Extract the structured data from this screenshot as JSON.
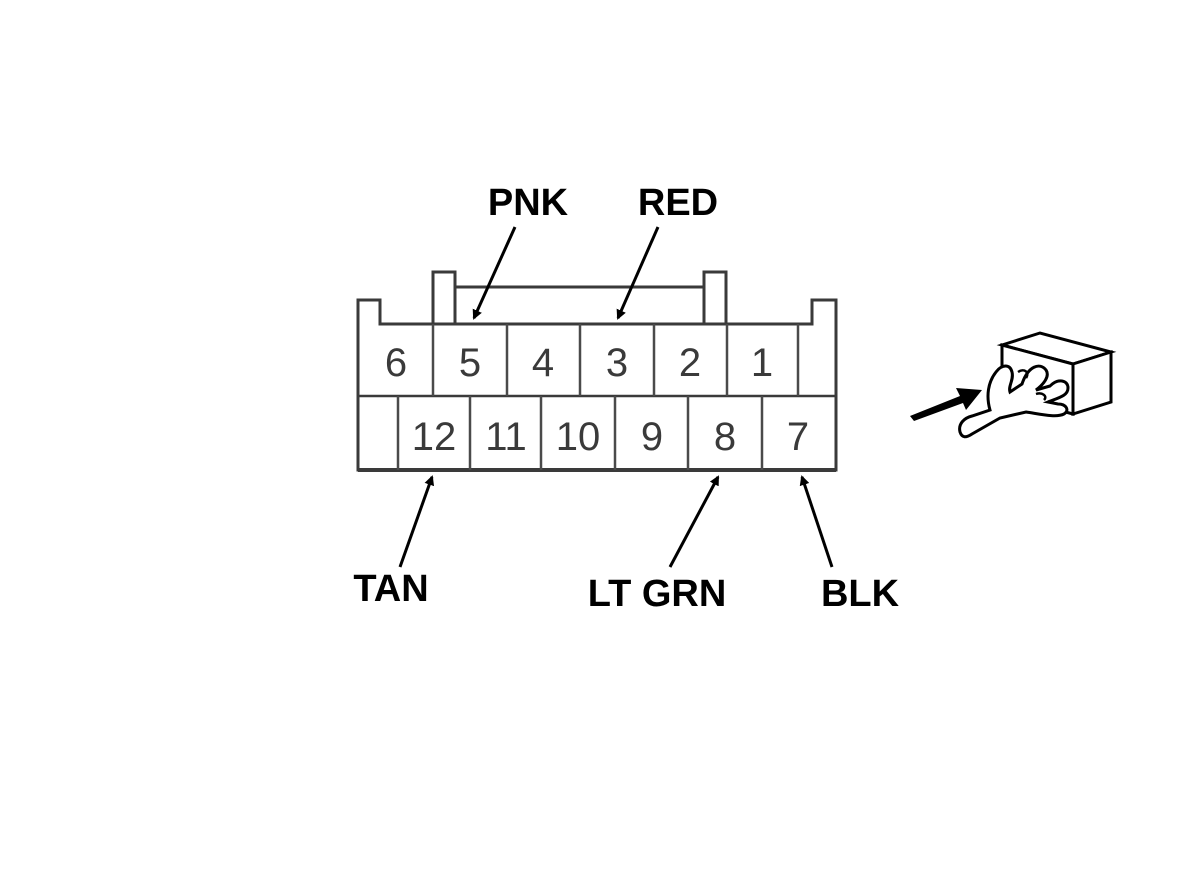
{
  "connector": {
    "top_row": [
      "6",
      "5",
      "4",
      "3",
      "2",
      "1"
    ],
    "bottom_row": [
      "12",
      "11",
      "10",
      "9",
      "8",
      "7"
    ]
  },
  "wires": {
    "pnk": "PNK",
    "red": "RED",
    "tan": "TAN",
    "lt_grn": "LT GRN",
    "blk": "BLK"
  },
  "icons": {
    "view_direction": "hand-pushing-connector-icon"
  },
  "colors": {
    "outline": "#3a3a3a",
    "text": "#000000"
  }
}
